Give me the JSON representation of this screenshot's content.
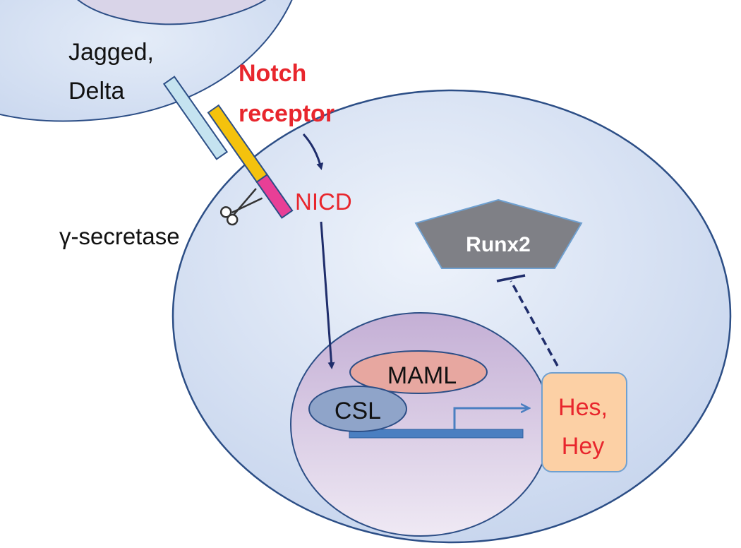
{
  "labels": {
    "ligand": [
      "Jagged,",
      "Delta"
    ],
    "receptor": [
      "Notch",
      "receptor"
    ],
    "nicd": "NICD",
    "gamma_secretase": "γ-secretase",
    "runx2": "Runx2",
    "maml": "MAML",
    "csl": "CSL",
    "target_genes": [
      "Hes,",
      "Hey"
    ]
  },
  "icons": {
    "scissors": "scissors-icon"
  },
  "colors": {
    "cell_fill": "#c9d7ee",
    "cell_stroke": "#2c4e86",
    "nucleus_fill": "#c6b3d6",
    "ligand_bar": "#c5e3f0",
    "receptor_extracellular": "#f4c20d",
    "receptor_intracellular": "#e83f96",
    "arrow": "#1f2d6b",
    "label_red": "#e8262d",
    "runx2_fill": "#7f8086",
    "maml_fill": "#e7a7a0",
    "csl_fill": "#8fa4c9",
    "gene_bar": "#4a7fc1",
    "target_box_fill": "#fcd0a5"
  }
}
